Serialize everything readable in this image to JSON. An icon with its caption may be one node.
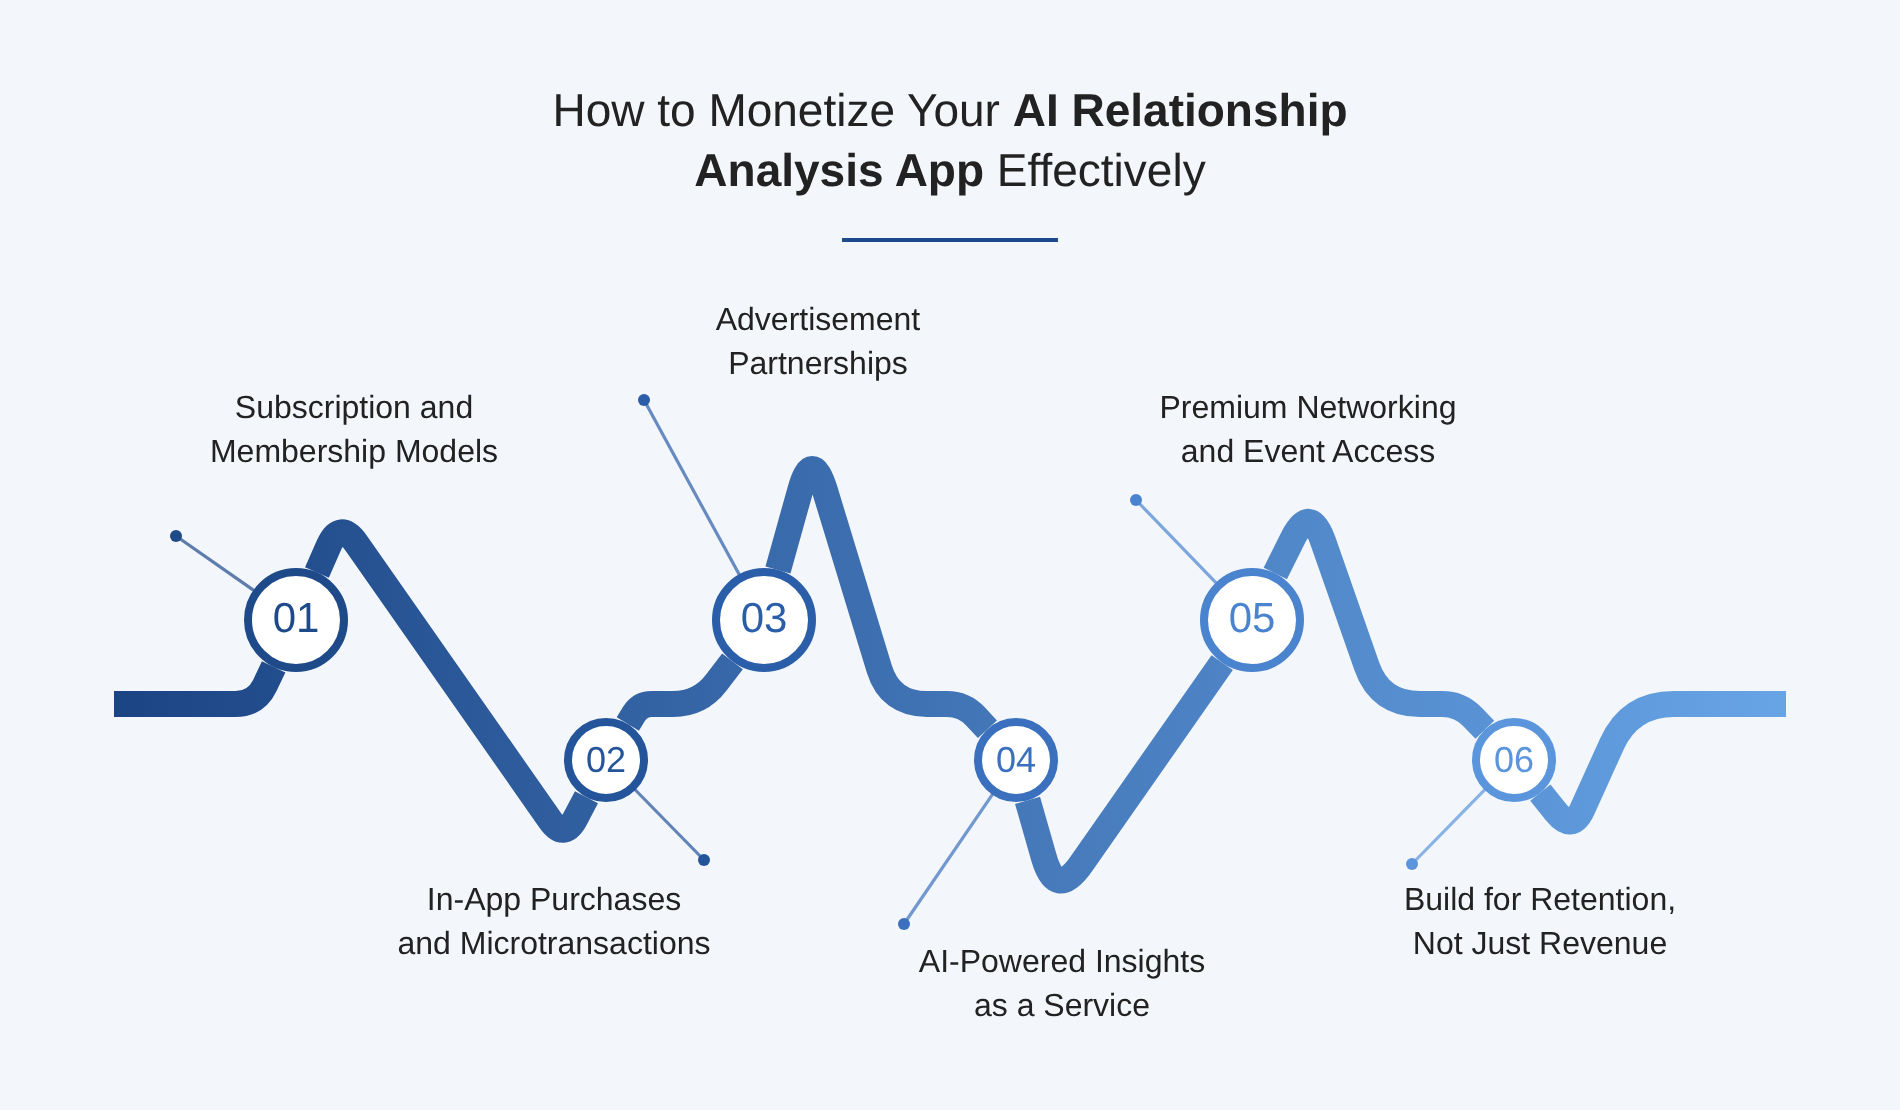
{
  "diagram": {
    "title": "How to Monetize Your **AI Relationship Analysis App** Effectively",
    "nodes": [
      {
        "text": [
          "01"
        ]
      },
      {
        "text": [
          "Subscription and Membership Models"
        ]
      },
      {
        "text": [
          "02"
        ]
      },
      {
        "text": [
          "In-App Purchases and Microtransactions"
        ]
      },
      {
        "text": [
          "03"
        ]
      },
      {
        "text": [
          "Advertisement Partnerships"
        ]
      },
      {
        "text": [
          "04"
        ]
      },
      {
        "text": [
          "AI-Powered Insights as a Service"
        ]
      },
      {
        "text": [
          "05"
        ]
      },
      {
        "text": [
          "Premium Networking and Event Access"
        ]
      },
      {
        "text": [
          "06"
        ]
      },
      {
        "text": [
          "Build for Retention, Not Just Revenue"
        ]
      }
    ],
    "edges": [
      {
        "from": null,
        "to": 0,
        "arrow": "none",
        "style": "thick"
      },
      {
        "from": 0,
        "to": 2,
        "arrow": "none",
        "style": "thick"
      },
      {
        "from": 2,
        "to": 4,
        "arrow": "none",
        "style": "thick"
      },
      {
        "from": 4,
        "to": 6,
        "arrow": "none",
        "style": "thick"
      },
      {
        "from": 6,
        "to": 8,
        "arrow": "none",
        "style": "thick"
      },
      {
        "from": 8,
        "to": 10,
        "arrow": "none",
        "style": "thick"
      },
      {
        "from": 10,
        "to": null,
        "arrow": "none",
        "style": "thick"
      },
      {
        "from": 1,
        "to": 0,
        "arrow": "other"
      },
      {
        "from": 3,
        "to": 2,
        "arrow": "other"
      },
      {
        "from": 5,
        "to": 4,
        "arrow": "other"
      },
      {
        "from": 7,
        "to": 6,
        "arrow": "other"
      },
      {
        "from": 9,
        "to": 8,
        "arrow": "other"
      },
      {
        "from": 11,
        "to": 10,
        "arrow": "other"
      }
    ]
  }
}
